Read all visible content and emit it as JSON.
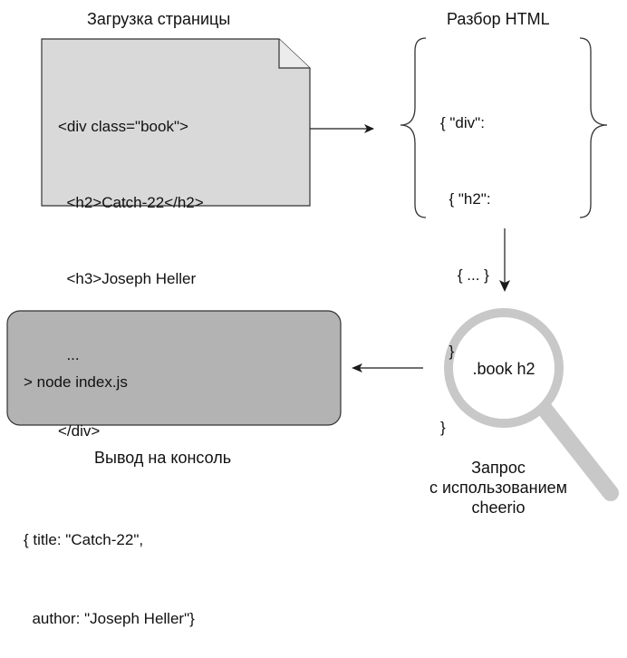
{
  "captions": {
    "page_load": "Загрузка страницы",
    "parse_html": "Разбор HTML",
    "console_output": "Вывод на консоль",
    "query_line1": "Запрос",
    "query_line2": "с использованием",
    "query_line3": "cheerio"
  },
  "html_document": {
    "lines": [
      "<div class=\"book\">",
      "  <h2>Catch-22</h2>",
      "  <h3>Joseph Heller",
      "  ...",
      "</div>"
    ]
  },
  "parsed_tree": {
    "lines": [
      "{ \"div\":",
      "  { \"h2\":",
      "    { ... }",
      "  }",
      "}"
    ]
  },
  "console": {
    "lines": [
      "> node index.js",
      "",
      "{ title: \"Catch-22\",",
      "  author: \"Joseph Heller\"}"
    ]
  },
  "magnifier": {
    "selector": ".book h2"
  },
  "colors": {
    "document_fill": "#d9d9d9",
    "console_fill": "#b3b3b3",
    "magnifier_stroke": "#c8c8c8",
    "line": "#1a1a1a"
  }
}
